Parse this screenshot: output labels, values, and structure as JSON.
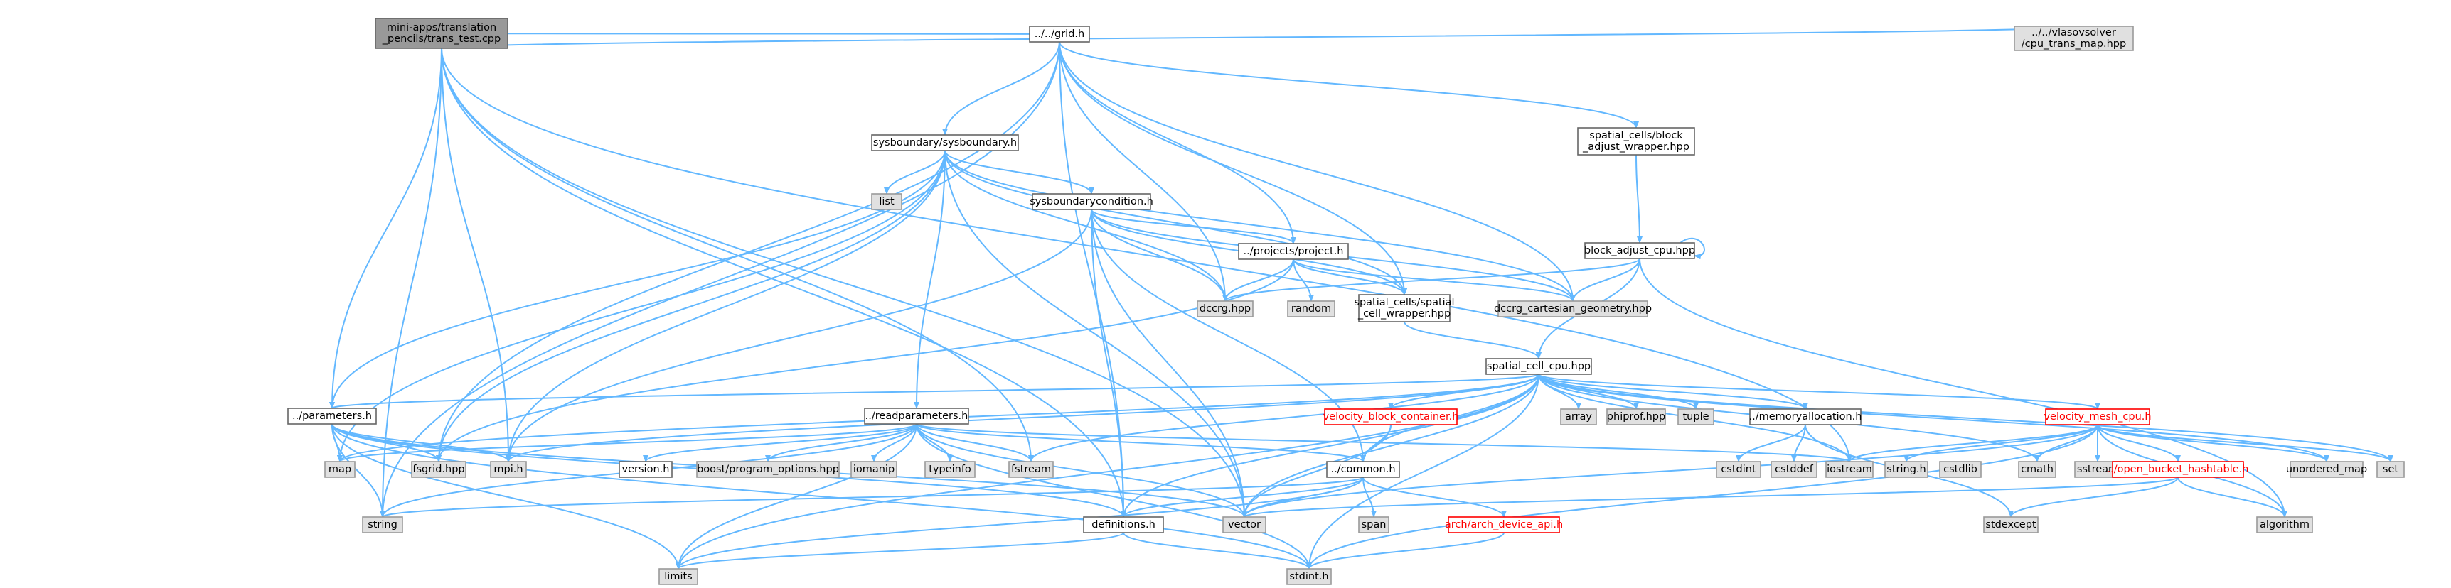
{
  "diagram": {
    "nodes": [
      {
        "id": "root",
        "kind": "root",
        "lines": [
          "mini-apps/translation",
          "_pencils/trans_test.cpp"
        ]
      },
      {
        "id": "grid",
        "kind": "plain",
        "lines": [
          "../../grid.h"
        ]
      },
      {
        "id": "cputrans",
        "kind": "gray",
        "lines": [
          "../../vlasovsolver",
          "/cpu_trans_map.hpp"
        ]
      },
      {
        "id": "sysb",
        "kind": "plain",
        "lines": [
          "sysboundary/sysboundary.h"
        ]
      },
      {
        "id": "bawrap",
        "kind": "plain",
        "lines": [
          "spatial_cells/block",
          "_adjust_wrapper.hpp"
        ]
      },
      {
        "id": "list",
        "kind": "gray",
        "lines": [
          "list"
        ]
      },
      {
        "id": "sysbc",
        "kind": "plain",
        "lines": [
          "sysboundarycondition.h"
        ]
      },
      {
        "id": "bacpu",
        "kind": "plain",
        "lines": [
          "block_adjust_cpu.hpp"
        ]
      },
      {
        "id": "project",
        "kind": "plain",
        "lines": [
          "../projects/project.h"
        ]
      },
      {
        "id": "dccrg",
        "kind": "gray",
        "lines": [
          "dccrg.hpp"
        ]
      },
      {
        "id": "random",
        "kind": "gray",
        "lines": [
          "random"
        ]
      },
      {
        "id": "scwrap",
        "kind": "plain",
        "lines": [
          "spatial_cells/spatial",
          "_cell_wrapper.hpp"
        ]
      },
      {
        "id": "dcgeom",
        "kind": "gray",
        "lines": [
          "dccrg_cartesian_geometry.hpp"
        ]
      },
      {
        "id": "sccpu",
        "kind": "plain",
        "lines": [
          "spatial_cell_cpu.hpp"
        ]
      },
      {
        "id": "params",
        "kind": "plain",
        "lines": [
          "../parameters.h"
        ]
      },
      {
        "id": "readp",
        "kind": "plain",
        "lines": [
          "../readparameters.h"
        ]
      },
      {
        "id": "vbc",
        "kind": "red",
        "lines": [
          "velocity_block_container.h"
        ]
      },
      {
        "id": "array",
        "kind": "gray",
        "lines": [
          "array"
        ]
      },
      {
        "id": "phiprof",
        "kind": "gray",
        "lines": [
          "phiprof.hpp"
        ]
      },
      {
        "id": "tuple",
        "kind": "gray",
        "lines": [
          "tuple"
        ]
      },
      {
        "id": "memalloc",
        "kind": "plain",
        "lines": [
          "../memoryallocation.h"
        ]
      },
      {
        "id": "vmcpu",
        "kind": "red",
        "lines": [
          "velocity_mesh_cpu.h"
        ]
      },
      {
        "id": "map",
        "kind": "gray",
        "lines": [
          "map"
        ]
      },
      {
        "id": "fsgrid",
        "kind": "gray",
        "lines": [
          "fsgrid.hpp"
        ]
      },
      {
        "id": "mpi",
        "kind": "gray",
        "lines": [
          "mpi.h"
        ]
      },
      {
        "id": "version",
        "kind": "plain",
        "lines": [
          "version.h"
        ]
      },
      {
        "id": "boostpo",
        "kind": "gray",
        "lines": [
          "boost/program_options.hpp"
        ]
      },
      {
        "id": "iomanip",
        "kind": "gray",
        "lines": [
          "iomanip"
        ]
      },
      {
        "id": "typeinfo",
        "kind": "gray",
        "lines": [
          "typeinfo"
        ]
      },
      {
        "id": "fstream",
        "kind": "gray",
        "lines": [
          "fstream"
        ]
      },
      {
        "id": "common",
        "kind": "plain",
        "lines": [
          "../common.h"
        ]
      },
      {
        "id": "cstdint",
        "kind": "gray",
        "lines": [
          "cstdint"
        ]
      },
      {
        "id": "cstddef",
        "kind": "gray",
        "lines": [
          "cstddef"
        ]
      },
      {
        "id": "iostream",
        "kind": "gray",
        "lines": [
          "iostream"
        ]
      },
      {
        "id": "stringh",
        "kind": "gray",
        "lines": [
          "string.h"
        ]
      },
      {
        "id": "cstdlib",
        "kind": "gray",
        "lines": [
          "cstdlib"
        ]
      },
      {
        "id": "cmath",
        "kind": "gray",
        "lines": [
          "cmath"
        ]
      },
      {
        "id": "sstream",
        "kind": "gray",
        "lines": [
          "sstream"
        ]
      },
      {
        "id": "obh",
        "kind": "red",
        "lines": [
          "../open_bucket_hashtable.h"
        ]
      },
      {
        "id": "umap",
        "kind": "gray",
        "lines": [
          "unordered_map"
        ]
      },
      {
        "id": "set",
        "kind": "gray",
        "lines": [
          "set"
        ]
      },
      {
        "id": "string",
        "kind": "gray",
        "lines": [
          "string"
        ]
      },
      {
        "id": "span",
        "kind": "gray",
        "lines": [
          "span"
        ]
      },
      {
        "id": "defs",
        "kind": "plain",
        "lines": [
          "definitions.h"
        ]
      },
      {
        "id": "vector",
        "kind": "gray",
        "lines": [
          "vector"
        ]
      },
      {
        "id": "archapi",
        "kind": "red",
        "lines": [
          "arch/arch_device_api.h"
        ]
      },
      {
        "id": "stdexcept",
        "kind": "gray",
        "lines": [
          "stdexcept"
        ]
      },
      {
        "id": "algorithm",
        "kind": "gray",
        "lines": [
          "algorithm"
        ]
      },
      {
        "id": "limits",
        "kind": "gray",
        "lines": [
          "limits"
        ]
      },
      {
        "id": "stdint",
        "kind": "gray",
        "lines": [
          "stdint.h"
        ]
      }
    ],
    "edges": [
      [
        "root",
        "grid"
      ],
      [
        "root",
        "cputrans"
      ],
      [
        "root",
        "params"
      ],
      [
        "root",
        "mpi"
      ],
      [
        "root",
        "string"
      ],
      [
        "root",
        "defs"
      ],
      [
        "root",
        "fstream"
      ],
      [
        "root",
        "vector"
      ],
      [
        "root",
        "iostream"
      ],
      [
        "grid",
        "sysb"
      ],
      [
        "grid",
        "bawrap"
      ],
      [
        "grid",
        "project"
      ],
      [
        "grid",
        "dccrg"
      ],
      [
        "grid",
        "scwrap"
      ],
      [
        "grid",
        "dcgeom"
      ],
      [
        "grid",
        "fsgrid"
      ],
      [
        "grid",
        "defs"
      ],
      [
        "grid",
        "string"
      ],
      [
        "sysb",
        "list"
      ],
      [
        "sysb",
        "sysbc"
      ],
      [
        "sysb",
        "params"
      ],
      [
        "sysb",
        "readp"
      ],
      [
        "sysb",
        "dccrg"
      ],
      [
        "sysb",
        "dcgeom"
      ],
      [
        "sysb",
        "scwrap"
      ],
      [
        "sysb",
        "mpi"
      ],
      [
        "sysb",
        "fsgrid"
      ],
      [
        "sysb",
        "vector"
      ],
      [
        "sysb",
        "map"
      ],
      [
        "sysbc",
        "project"
      ],
      [
        "sysbc",
        "dccrg"
      ],
      [
        "sysbc",
        "dcgeom"
      ],
      [
        "sysbc",
        "scwrap"
      ],
      [
        "sysbc",
        "mpi"
      ],
      [
        "sysbc",
        "defs"
      ],
      [
        "sysbc",
        "common"
      ],
      [
        "sysbc",
        "vector"
      ],
      [
        "bawrap",
        "bacpu"
      ],
      [
        "bacpu",
        "dccrg"
      ],
      [
        "bacpu",
        "dcgeom"
      ],
      [
        "bacpu",
        "sccpu"
      ],
      [
        "bacpu",
        "bacpu"
      ],
      [
        "bacpu",
        "algorithm"
      ],
      [
        "project",
        "dccrg"
      ],
      [
        "project",
        "random"
      ],
      [
        "project",
        "dcgeom"
      ],
      [
        "project",
        "scwrap"
      ],
      [
        "project",
        "fsgrid"
      ],
      [
        "scwrap",
        "sccpu"
      ],
      [
        "sccpu",
        "params"
      ],
      [
        "sccpu",
        "vbc"
      ],
      [
        "sccpu",
        "array"
      ],
      [
        "sccpu",
        "phiprof"
      ],
      [
        "sccpu",
        "tuple"
      ],
      [
        "sccpu",
        "memalloc"
      ],
      [
        "sccpu",
        "vmcpu"
      ],
      [
        "sccpu",
        "common"
      ],
      [
        "sccpu",
        "map"
      ],
      [
        "sccpu",
        "fstream"
      ],
      [
        "sccpu",
        "defs"
      ],
      [
        "sccpu",
        "mpi"
      ],
      [
        "sccpu",
        "vector"
      ],
      [
        "sccpu",
        "iostream"
      ],
      [
        "sccpu",
        "cmath"
      ],
      [
        "sccpu",
        "umap"
      ],
      [
        "sccpu",
        "set"
      ],
      [
        "sccpu",
        "limits"
      ],
      [
        "sccpu",
        "stdint"
      ],
      [
        "params",
        "map"
      ],
      [
        "params",
        "fsgrid"
      ],
      [
        "params",
        "mpi"
      ],
      [
        "params",
        "string"
      ],
      [
        "params",
        "defs"
      ],
      [
        "params",
        "vector"
      ],
      [
        "params",
        "limits"
      ],
      [
        "params",
        "stdint"
      ],
      [
        "readp",
        "version"
      ],
      [
        "readp",
        "boostpo"
      ],
      [
        "readp",
        "iomanip"
      ],
      [
        "readp",
        "typeinfo"
      ],
      [
        "readp",
        "fstream"
      ],
      [
        "readp",
        "common"
      ],
      [
        "readp",
        "map"
      ],
      [
        "readp",
        "string"
      ],
      [
        "readp",
        "vector"
      ],
      [
        "readp",
        "iostream"
      ],
      [
        "readp",
        "limits"
      ],
      [
        "readp",
        "stdint"
      ],
      [
        "vbc",
        "common"
      ],
      [
        "vbc",
        "vector"
      ],
      [
        "memalloc",
        "cstdint"
      ],
      [
        "memalloc",
        "cstddef"
      ],
      [
        "memalloc",
        "stdexcept"
      ],
      [
        "vmcpu",
        "iostream"
      ],
      [
        "vmcpu",
        "stringh"
      ],
      [
        "vmcpu",
        "cmath"
      ],
      [
        "vmcpu",
        "sstream"
      ],
      [
        "vmcpu",
        "obh"
      ],
      [
        "vmcpu",
        "umap"
      ],
      [
        "vmcpu",
        "set"
      ],
      [
        "vmcpu",
        "algorithm"
      ],
      [
        "vmcpu",
        "vector"
      ],
      [
        "vmcpu",
        "stdint"
      ],
      [
        "obh",
        "stdexcept"
      ],
      [
        "obh",
        "algorithm"
      ],
      [
        "obh",
        "vector"
      ],
      [
        "common",
        "string"
      ],
      [
        "common",
        "vector"
      ],
      [
        "common",
        "span"
      ],
      [
        "common",
        "defs"
      ],
      [
        "common",
        "archapi"
      ],
      [
        "common",
        "limits"
      ],
      [
        "defs",
        "limits"
      ],
      [
        "defs",
        "stdint"
      ],
      [
        "archapi",
        "stdint"
      ]
    ]
  }
}
